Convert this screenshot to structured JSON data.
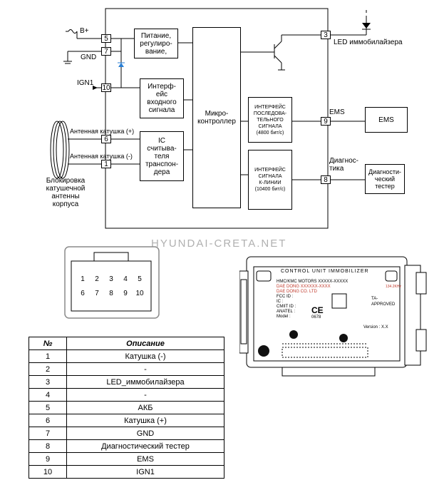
{
  "watermark": "HYUNDAI-CRETA.NET",
  "diagram": {
    "pins": {
      "p5": "5",
      "p7": "7",
      "p10": "10",
      "p6": "6",
      "p1": "1",
      "p3": "3",
      "p9": "9",
      "p8": "8"
    },
    "labels": {
      "bplus": "B+",
      "gnd": "GND",
      "ign1": "IGN1",
      "ant_plus": "Антенная катушка (+)",
      "ant_minus": "Антенная катушка (-)",
      "antenna_block": [
        "Блокировка",
        "катушечной",
        "антенны",
        "корпуса"
      ],
      "led_imm": "LED иммобилайзера",
      "ems": "EMS",
      "diag": [
        "Диагнос-",
        "тика"
      ]
    },
    "blocks": {
      "power": [
        "Питание,",
        "регулиро-",
        "вание,"
      ],
      "input_iface": [
        "Интерф-",
        "ейс",
        "входного",
        "сигнала"
      ],
      "ic_reader": [
        "IC",
        "считыва-",
        "теля",
        "транспон-",
        "дера"
      ],
      "mcu": [
        "Микро-",
        "контроллер"
      ],
      "serial_iface": [
        "ИНТЕРФЕЙС",
        "ПОСЛЕДОВА-",
        "ТЕЛЬНОГО",
        "СИГНАЛА",
        "(4800 бит/с)"
      ],
      "kline_iface": [
        "ИНТЕРФЕЙС",
        "СИГНАЛА",
        "К-ЛИНИИ",
        "(10400 бит/с)"
      ],
      "ems_box": "EMS",
      "tester_box": [
        "Диагности-",
        "ческий",
        "тестер"
      ]
    }
  },
  "connector": {
    "row1": [
      "1",
      "2",
      "3",
      "4",
      "5"
    ],
    "row2": [
      "6",
      "7",
      "8",
      "9",
      "10"
    ]
  },
  "unit_label": {
    "title": "CONTROL UNIT IMMOBILIZER",
    "line1": "HMC/KMC MOTORS XXXXX-XXXXX",
    "line2": "DAE DONG XXXXXX-XXXX",
    "line3": "DAE DONG CO. LTD",
    "fcc": "FCC ID :",
    "ic": "IC :",
    "cmiit": "CMIIT ID :",
    "anatel": "ANATEL :",
    "model": "Model :",
    "version": "Version : X.X",
    "approved": "APPROVED",
    "ta": "TA-",
    "ce_num": "0678",
    "freq": "134.2KHz",
    "ce": "CE"
  },
  "table": {
    "headers": [
      "№",
      "Описание"
    ],
    "rows": [
      {
        "n": "1",
        "d": "Катушка (-)"
      },
      {
        "n": "2",
        "d": "-"
      },
      {
        "n": "3",
        "d": "LED_иммобилайзера"
      },
      {
        "n": "4",
        "d": "-"
      },
      {
        "n": "5",
        "d": "АКБ"
      },
      {
        "n": "6",
        "d": "Катушка (+)"
      },
      {
        "n": "7",
        "d": "GND"
      },
      {
        "n": "8",
        "d": "Диагностический тестер"
      },
      {
        "n": "9",
        "d": "EMS"
      },
      {
        "n": "10",
        "d": "IGN1"
      }
    ]
  }
}
